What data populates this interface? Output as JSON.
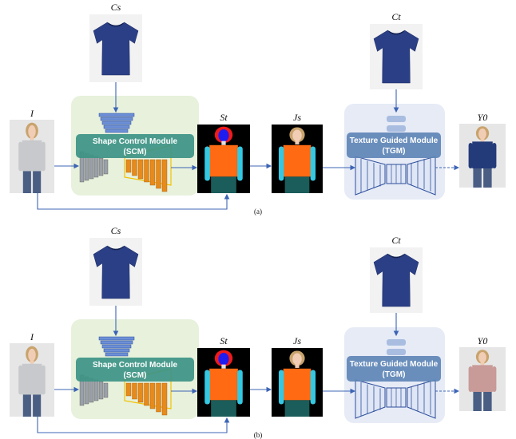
{
  "panels": [
    {
      "caption": "(a)",
      "labels": {
        "cloth_source": "Cs",
        "input_person": "I",
        "target_seg": "St",
        "parse_sub": "s",
        "cloth_target": "Ct",
        "warp": "Js",
        "output": "Y0"
      },
      "scm": {
        "line1": "Shape Control Module",
        "line2": "(SCM)"
      },
      "tgm": {
        "line1": "Texture Guided Module",
        "line2": "(TGM)"
      },
      "output_shirt_color": "#243b7a"
    },
    {
      "caption": "(b)",
      "labels": {
        "cloth_source": "Cs",
        "input_person": "I",
        "target_seg": "St",
        "parse_sub": "s",
        "cloth_target": "Ct",
        "warp": "Js",
        "output": "Y0"
      },
      "scm": {
        "line1": "Shape Control Module",
        "line2": "(SCM)"
      },
      "tgm": {
        "line1": "Texture Guided Module",
        "line2": "(TGM)"
      },
      "output_shirt_color": "#c89a98"
    }
  ],
  "colors": {
    "shirt_navy": "#2b3f86",
    "scm_bg": "#e7f1dc",
    "scm_band": "#3d9486",
    "tgm_bg": "#e6ebf6",
    "tgm_band": "#5f86b6",
    "seg_orange": "#ff6a12",
    "seg_cyan": "#34c8e2",
    "seg_red": "#ef1a1a",
    "seg_blue": "#1f1cf0",
    "arrow": "#3c64b4"
  }
}
